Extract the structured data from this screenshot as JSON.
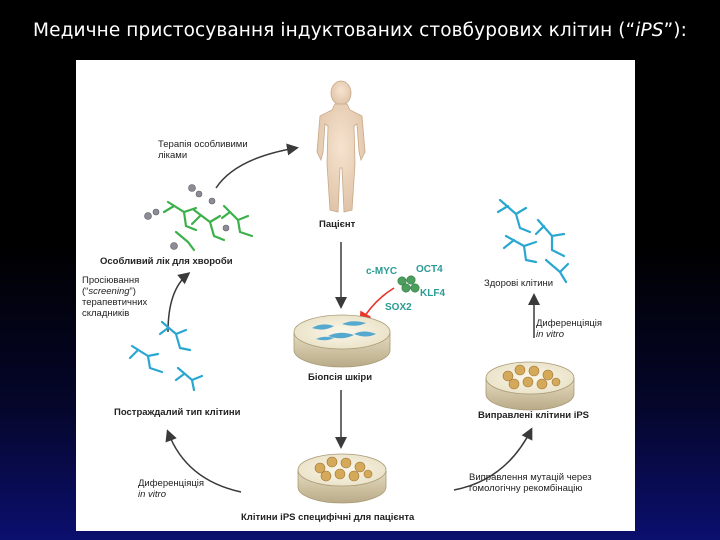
{
  "slide": {
    "title_main": "Медичне пристосування індуктованих стовбурових клітин (“",
    "title_italic": "iPS",
    "title_end": "”):"
  },
  "diagram": {
    "patient": "Пацієнт",
    "skin_biopsy": "Біопсія шкіри",
    "ips_patient": "Клітини iPS специфічні для пацієнта",
    "corrected_ips": "Виправлені клітини iPS",
    "healthy_cells": "Здорові клітини",
    "affected_cells": "Постраждалий тип клітини",
    "disease_drug": "Особливий лік для хвороби",
    "therapy_line1": "Терапія особливими",
    "therapy_line2": "ліками",
    "screening_line1": "Просіювання",
    "screening_line2_open": "(“",
    "screening_word": "screening",
    "screening_line2_close": "”)",
    "screening_line3": "терапевтичних",
    "screening_line4": "складників",
    "diff_left_line1": "Диференціяція",
    "diff_left_line2": "in vitro",
    "diff_right_line1": "Диференціяція",
    "diff_right_line2": "in vitro",
    "correction_line1": "Виправлення мутацій через",
    "correction_line2": "гомологічну рекомбінацію",
    "genes": {
      "cmyc": "c-MYC",
      "oct4": "OCT4",
      "klf4": "KLF4",
      "sox2": "SOX2"
    }
  },
  "colors": {
    "arrow": "#3a3a3a",
    "red_arrow": "#e8342a",
    "gene_text": "#2a9b95",
    "neuron_blue": "#2aa7d0",
    "neuron_green": "#3cb04a",
    "colony": "#c79a4a"
  }
}
